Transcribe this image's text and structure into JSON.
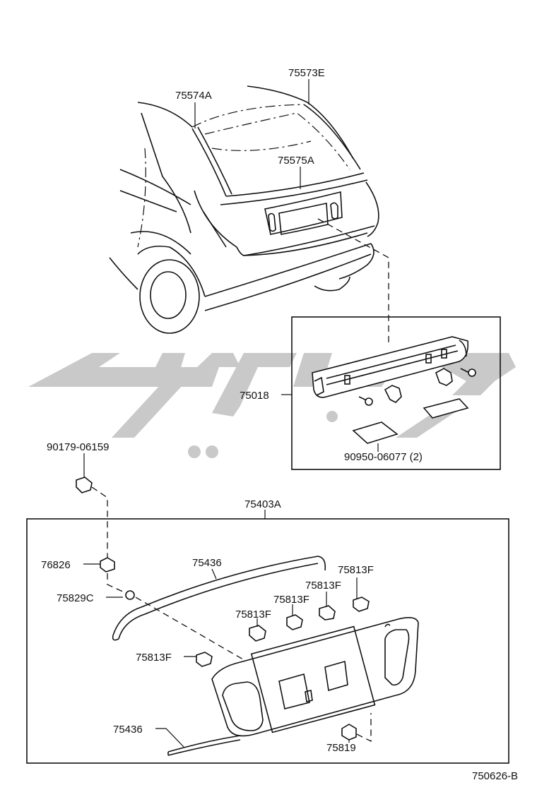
{
  "diagram_id": "750626-B",
  "labels": {
    "glass_molding_top": "75573E",
    "glass_molding_side": "75574A",
    "back_door_molding": "75575A",
    "license_garnish_assembly": "75018",
    "garnish_cushion": "90950-06077 (2)",
    "screw": "90179-06159",
    "moulding_assembly": "75403A",
    "clip_76826": "76826",
    "clip_75829C": "75829C",
    "strip_upper": "75436",
    "strip_lower": "75436",
    "clip_75813F_1": "75813F",
    "clip_75813F_2": "75813F",
    "clip_75813F_3": "75813F",
    "clip_75813F_4": "75813F",
    "clip_75813F_5": "75813F",
    "clip_75819": "75819"
  }
}
